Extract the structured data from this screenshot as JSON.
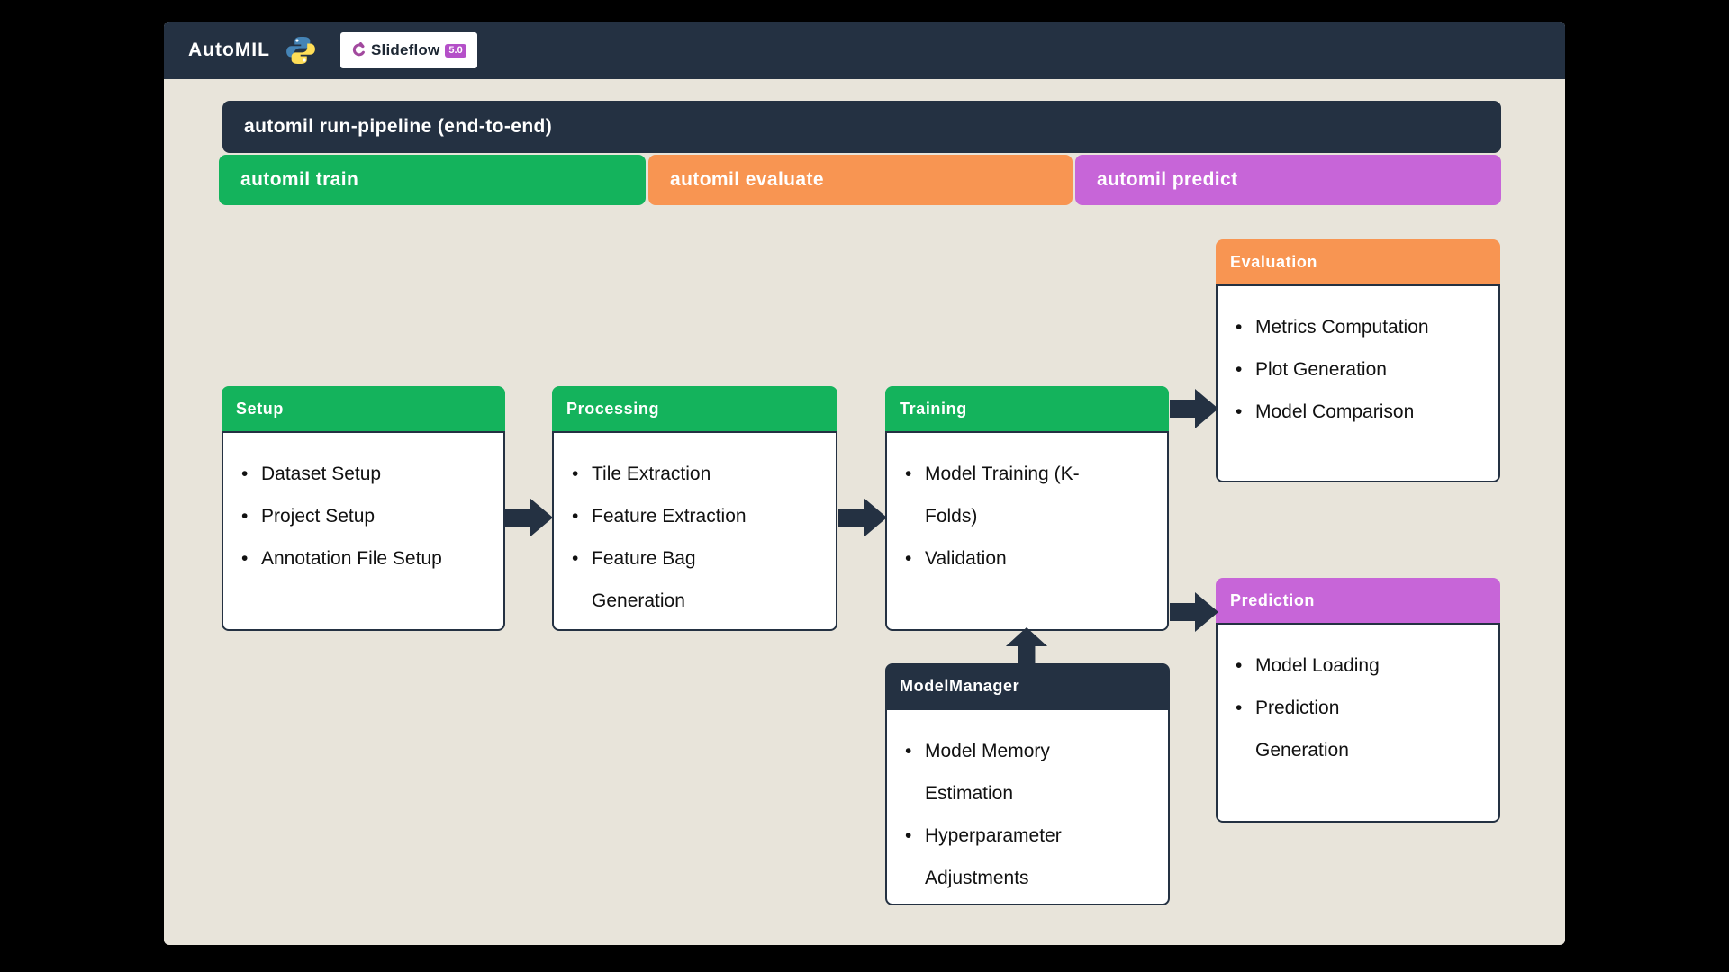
{
  "header": {
    "app_title": "AutoMIL",
    "python_icon": "python-logo",
    "slideflow_name": "Slideflow",
    "slideflow_version": "5.0"
  },
  "bars": {
    "run_pipeline": "automil run-pipeline (end-to-end)",
    "train": "automil train",
    "evaluate": "automil evaluate",
    "predict": "automil predict"
  },
  "boxes": {
    "setup": {
      "title": "Setup",
      "items": [
        "Dataset Setup",
        "Project Setup",
        "Annotation File Setup"
      ]
    },
    "processing": {
      "title": "Processing",
      "items": [
        "Tile Extraction",
        "Feature Extraction",
        "Feature Bag Generation"
      ]
    },
    "training": {
      "title": "Training",
      "items": [
        "Model Training (K-Folds)",
        "Validation"
      ]
    },
    "evaluation": {
      "title": "Evaluation",
      "items": [
        "Metrics Computation",
        "Plot Generation",
        "Model Comparison"
      ]
    },
    "prediction": {
      "title": "Prediction",
      "items": [
        "Model Loading",
        "Prediction Generation"
      ]
    },
    "model_manager": {
      "title": "ModelManager",
      "items": [
        "Model Memory Estimation",
        "Hyperparameter Adjustments"
      ]
    }
  },
  "colors": {
    "navy": "#243142",
    "green": "#14b35c",
    "orange": "#f89552",
    "purple": "#c765d8",
    "background": "#e8e4da"
  }
}
